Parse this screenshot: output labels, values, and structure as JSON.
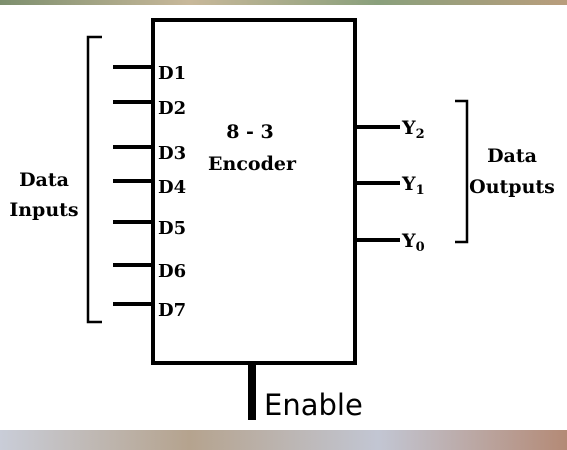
{
  "block": {
    "title_line1": "8 - 3",
    "title_line2": "Encoder"
  },
  "inputs": [
    "D1",
    "D2",
    "D3",
    "D4",
    "D5",
    "D6",
    "D7"
  ],
  "input_group": {
    "line1": "Data",
    "line2": "Inputs"
  },
  "outputs": [
    {
      "letter": "Y",
      "sub": "2"
    },
    {
      "letter": "Y",
      "sub": "1"
    },
    {
      "letter": "Y",
      "sub": "0"
    }
  ],
  "output_group": {
    "line1": "Data",
    "line2": "Outputs"
  },
  "enable": {
    "label": "Enable"
  }
}
